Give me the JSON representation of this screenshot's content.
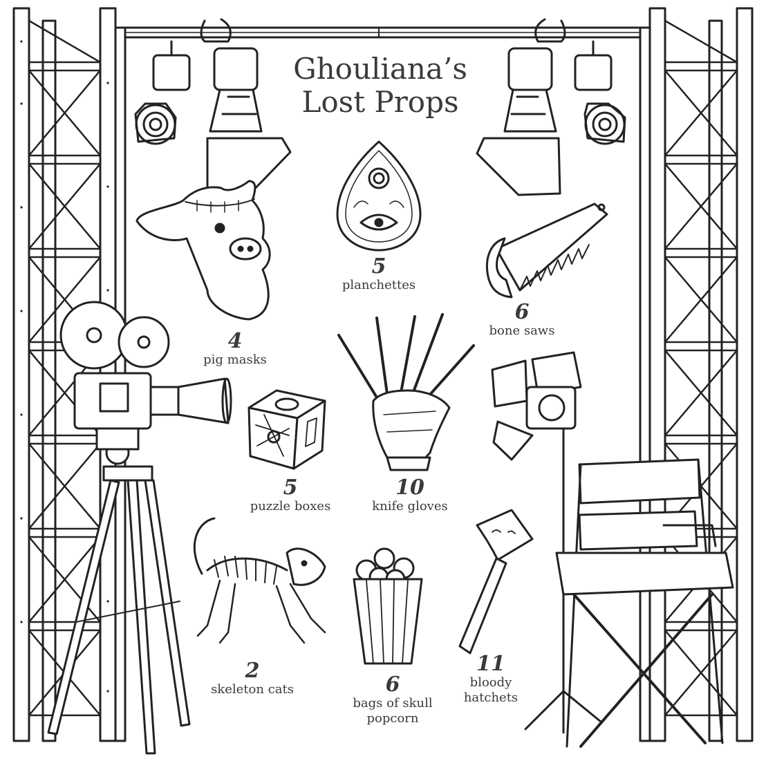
{
  "title_line1": "Ghouliana’s",
  "title_line2": "Lost Props",
  "items": [
    {
      "count": "5",
      "name": "planchettes",
      "icon": "planchette-icon"
    },
    {
      "count": "4",
      "name": "pig masks",
      "icon": "pig-mask-icon"
    },
    {
      "count": "6",
      "name": "bone saws",
      "icon": "bone-saw-icon"
    },
    {
      "count": "5",
      "name": "puzzle boxes",
      "icon": "puzzle-box-icon"
    },
    {
      "count": "10",
      "name": "knife gloves",
      "icon": "knife-glove-icon"
    },
    {
      "count": "2",
      "name": "skeleton cats",
      "icon": "skeleton-cat-icon"
    },
    {
      "count": "6",
      "name_lines": [
        "bags of skull",
        "popcorn"
      ],
      "icon": "skull-popcorn-icon"
    },
    {
      "count": "11",
      "name_lines": [
        "bloody",
        "hatchets"
      ],
      "icon": "bloody-hatchet-icon"
    }
  ],
  "colors": {
    "ink": "#222222",
    "text": "#3a3a3a",
    "background": "#ffffff"
  }
}
